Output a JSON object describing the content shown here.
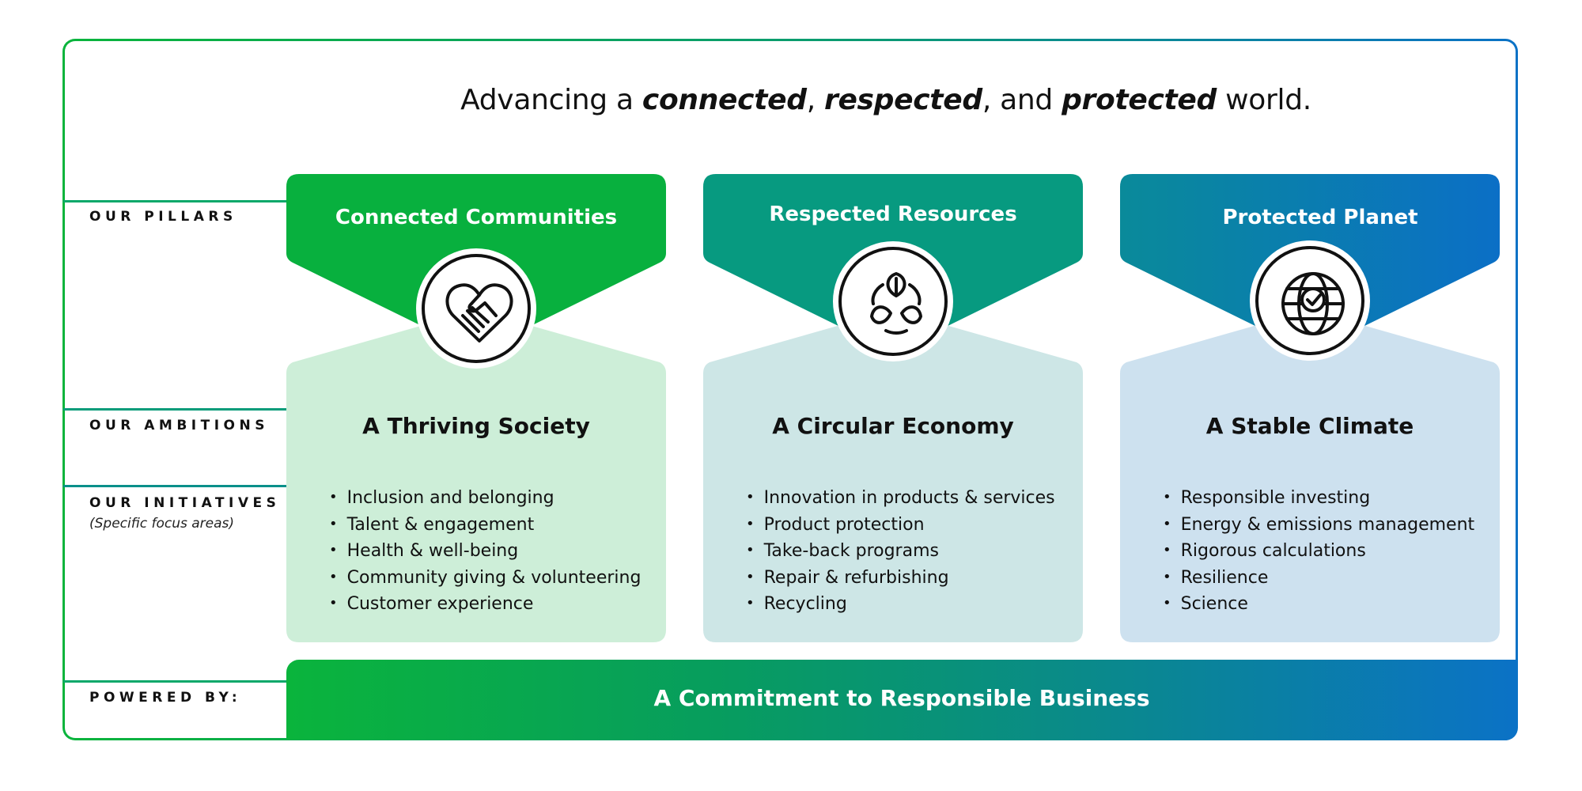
{
  "headline": {
    "prefix": "Advancing a ",
    "word1": "connected",
    "sep1": ", ",
    "word2": "respected",
    "sep2": ", and ",
    "word3": "protected",
    "suffix": " world."
  },
  "row_labels": {
    "pillars": "OUR PILLARS",
    "ambitions": "OUR AMBITIONS",
    "initiatives": "OUR INITIATIVES",
    "initiatives_sub": "(Specific focus areas)",
    "powered_by": "POWERED BY:"
  },
  "columns": [
    {
      "pillar": "Connected Communities",
      "icon": "heart-handshake-icon",
      "ambition": "A Thriving Society",
      "initiatives": [
        "Inclusion and belonging",
        "Talent & engagement",
        "Health & well-being",
        "Community giving & volunteering",
        "Customer experience"
      ],
      "header_color": "#08b03e",
      "panel_color": "#cdeed8"
    },
    {
      "pillar": "Respected Resources",
      "icon": "recycle-leaves-icon",
      "ambition": "A Circular Economy",
      "initiatives": [
        "Innovation in products & services",
        "Product protection",
        "Take-back programs",
        "Repair & refurbishing",
        "Recycling"
      ],
      "header_color": "#079a80",
      "panel_color": "#cde6e6"
    },
    {
      "pillar": "Protected Planet",
      "icon": "globe-check-icon",
      "ambition": "A Stable Climate",
      "initiatives": [
        "Responsible investing",
        "Energy & emissions management",
        "Rigorous calculations",
        "Resilience",
        "Science"
      ],
      "header_color": "#0b73c4",
      "panel_color": "#cde1ef"
    }
  ],
  "footer": {
    "text": "A Commitment to Responsible Business"
  },
  "colors": {
    "green": "#0ab43c",
    "teal": "#0a9a72",
    "blue": "#0b72c6"
  }
}
